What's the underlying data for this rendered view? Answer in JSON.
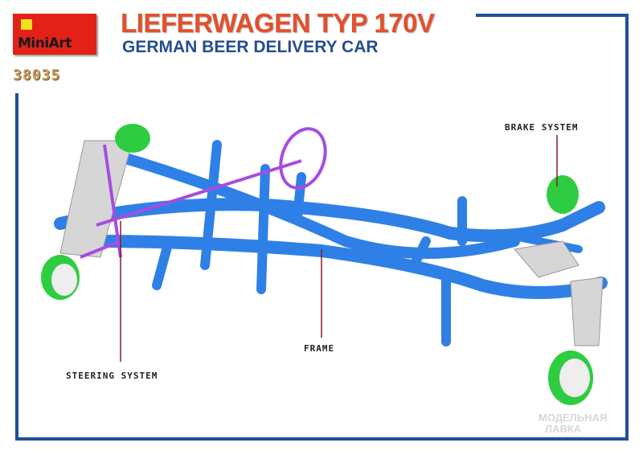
{
  "brand": {
    "logo_text": "MiniArt",
    "kit_number": "38035"
  },
  "header": {
    "title": "LIEFERWAGEN TYP 170V",
    "subtitle": "GERMAN BEER DELIVERY CAR"
  },
  "callouts": {
    "brake": "BRAKE SYSTEM",
    "frame": "FRAME",
    "steering": "STEERING SYSTEM"
  },
  "watermark": {
    "line1": "МОДЕЛЬНАЯ",
    "line2": "ЛАВКА"
  },
  "colors": {
    "frame_border": "#1f4f9c",
    "chassis": "#2f80e6",
    "wheels": "#2ecc40",
    "steering": "#a64de0",
    "title": "#e2502c",
    "subtitle": "#274d8f",
    "callout_line": "#8b1a2a"
  }
}
